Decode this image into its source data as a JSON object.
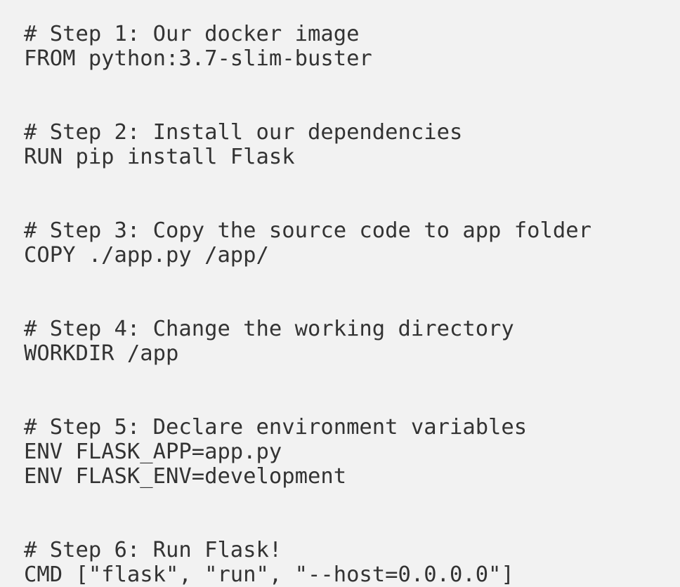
{
  "document": {
    "kind": "dockerfile-code-listing",
    "background_color": "#f2f2f2",
    "text_color": "#333333",
    "lines": [
      {
        "id": "l1",
        "text": "# Step 1: Our docker image",
        "type": "comment"
      },
      {
        "id": "l2",
        "text": "FROM python:3.7-slim-buster",
        "type": "instruction"
      },
      {
        "id": "l3",
        "text": "",
        "type": "blank"
      },
      {
        "id": "l4",
        "text": "",
        "type": "blank"
      },
      {
        "id": "l5",
        "text": "# Step 2: Install our dependencies",
        "type": "comment"
      },
      {
        "id": "l6",
        "text": "RUN pip install Flask",
        "type": "instruction"
      },
      {
        "id": "l7",
        "text": "",
        "type": "blank"
      },
      {
        "id": "l8",
        "text": "",
        "type": "blank"
      },
      {
        "id": "l9",
        "text": "# Step 3: Copy the source code to app folder",
        "type": "comment"
      },
      {
        "id": "l10",
        "text": "COPY ./app.py /app/",
        "type": "instruction"
      },
      {
        "id": "l11",
        "text": "",
        "type": "blank"
      },
      {
        "id": "l12",
        "text": "",
        "type": "blank"
      },
      {
        "id": "l13",
        "text": "# Step 4: Change the working directory",
        "type": "comment"
      },
      {
        "id": "l14",
        "text": "WORKDIR /app",
        "type": "instruction"
      },
      {
        "id": "l15",
        "text": "",
        "type": "blank"
      },
      {
        "id": "l16",
        "text": "",
        "type": "blank"
      },
      {
        "id": "l17",
        "text": "# Step 5: Declare environment variables",
        "type": "comment"
      },
      {
        "id": "l18",
        "text": "ENV FLASK_APP=app.py",
        "type": "instruction"
      },
      {
        "id": "l19",
        "text": "ENV FLASK_ENV=development",
        "type": "instruction"
      },
      {
        "id": "l20",
        "text": "",
        "type": "blank"
      },
      {
        "id": "l21",
        "text": "",
        "type": "blank"
      },
      {
        "id": "l22",
        "text": "# Step 6: Run Flask!",
        "type": "comment"
      },
      {
        "id": "l23",
        "text": "CMD [\"flask\", \"run\", \"--host=0.0.0.0\"]",
        "type": "instruction"
      }
    ]
  }
}
